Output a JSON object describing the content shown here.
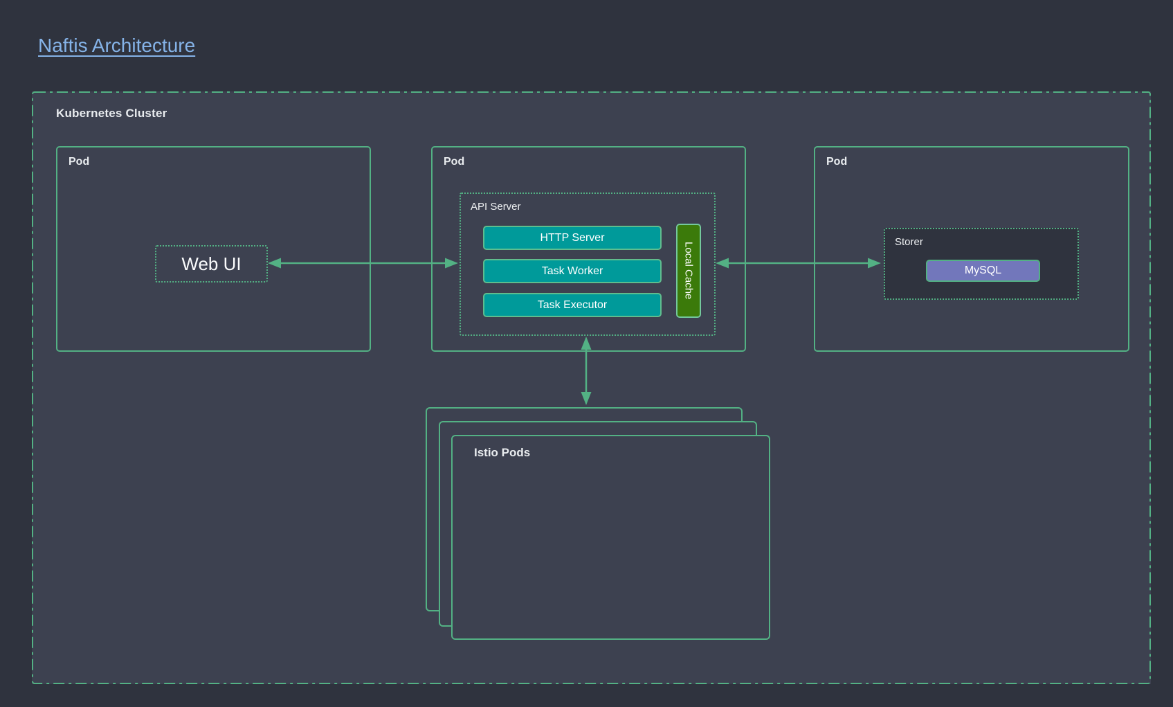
{
  "title": "Naftis Architecture",
  "cluster": {
    "label": "Kubernetes Cluster",
    "pods": [
      {
        "label": "Pod",
        "component_label": "Web UI"
      },
      {
        "label": "Pod",
        "api_server": {
          "label": "API Server",
          "services": [
            "HTTP Server",
            "Task Worker",
            "Task Executor"
          ],
          "cache_label": "Local Cache"
        }
      },
      {
        "label": "Pod",
        "storer": {
          "label": "Storer",
          "database_label": "MySQL"
        }
      }
    ],
    "istio": {
      "label": "Istio Pods"
    }
  },
  "connections": [
    {
      "from": "Web UI",
      "to": "API Server",
      "bidirectional": true
    },
    {
      "from": "API Server",
      "to": "Storer",
      "bidirectional": true
    },
    {
      "from": "API Server",
      "to": "Istio Pods",
      "bidirectional": true
    }
  ],
  "colors": {
    "background": "#2f333e",
    "cluster_fill": "#3d4150",
    "border_green": "#53b184",
    "service_teal": "#009a9a",
    "cache_green": "#3b7a0a",
    "mysql_purple": "#7277bb",
    "title_blue": "#85b3e8",
    "text": "#f2f3f5"
  }
}
